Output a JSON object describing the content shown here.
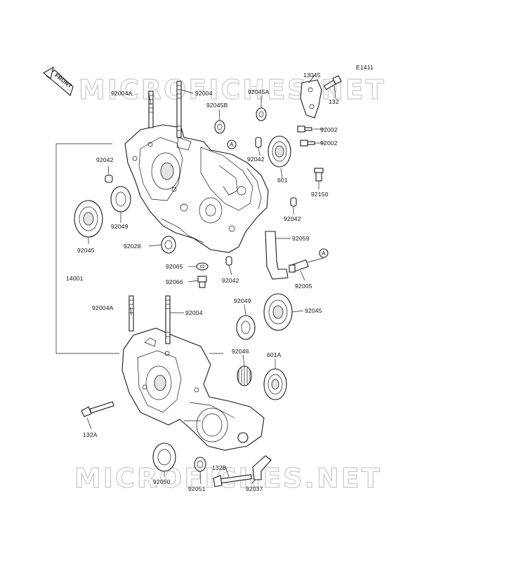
{
  "diagram": {
    "code": "E1411",
    "front_arrow": "FRONT",
    "watermark": "MICROFICHES.NET",
    "callout_marker": "A"
  },
  "labels": {
    "p92004A_top": "92004A",
    "p92004_top": "92004",
    "p92045A": "92045A",
    "p92045B": "92045B",
    "p13045": "13045",
    "p132": "132",
    "p92002_a": "92002",
    "p92002_b": "92002",
    "p92042_a": "92042",
    "p92042_b": "92042",
    "p92042_c": "92042",
    "p92042_d": "92042",
    "p601": "601",
    "p92150": "92150",
    "p92049_top": "92049",
    "p92045_top": "92045",
    "p92028": "92028",
    "p92059": "92059",
    "p92065": "92065",
    "p92066": "92066",
    "p92005": "92005",
    "p14001": "14001",
    "p92004A_bot": "92004A",
    "p92004_bot": "92004",
    "p92049_bot": "92049",
    "p92045_bot": "92045",
    "p92046": "92046",
    "p601A": "601A",
    "p132A": "132A",
    "p92050": "92050",
    "p92051": "92051",
    "p132B": "132B",
    "p92037": "92037"
  }
}
